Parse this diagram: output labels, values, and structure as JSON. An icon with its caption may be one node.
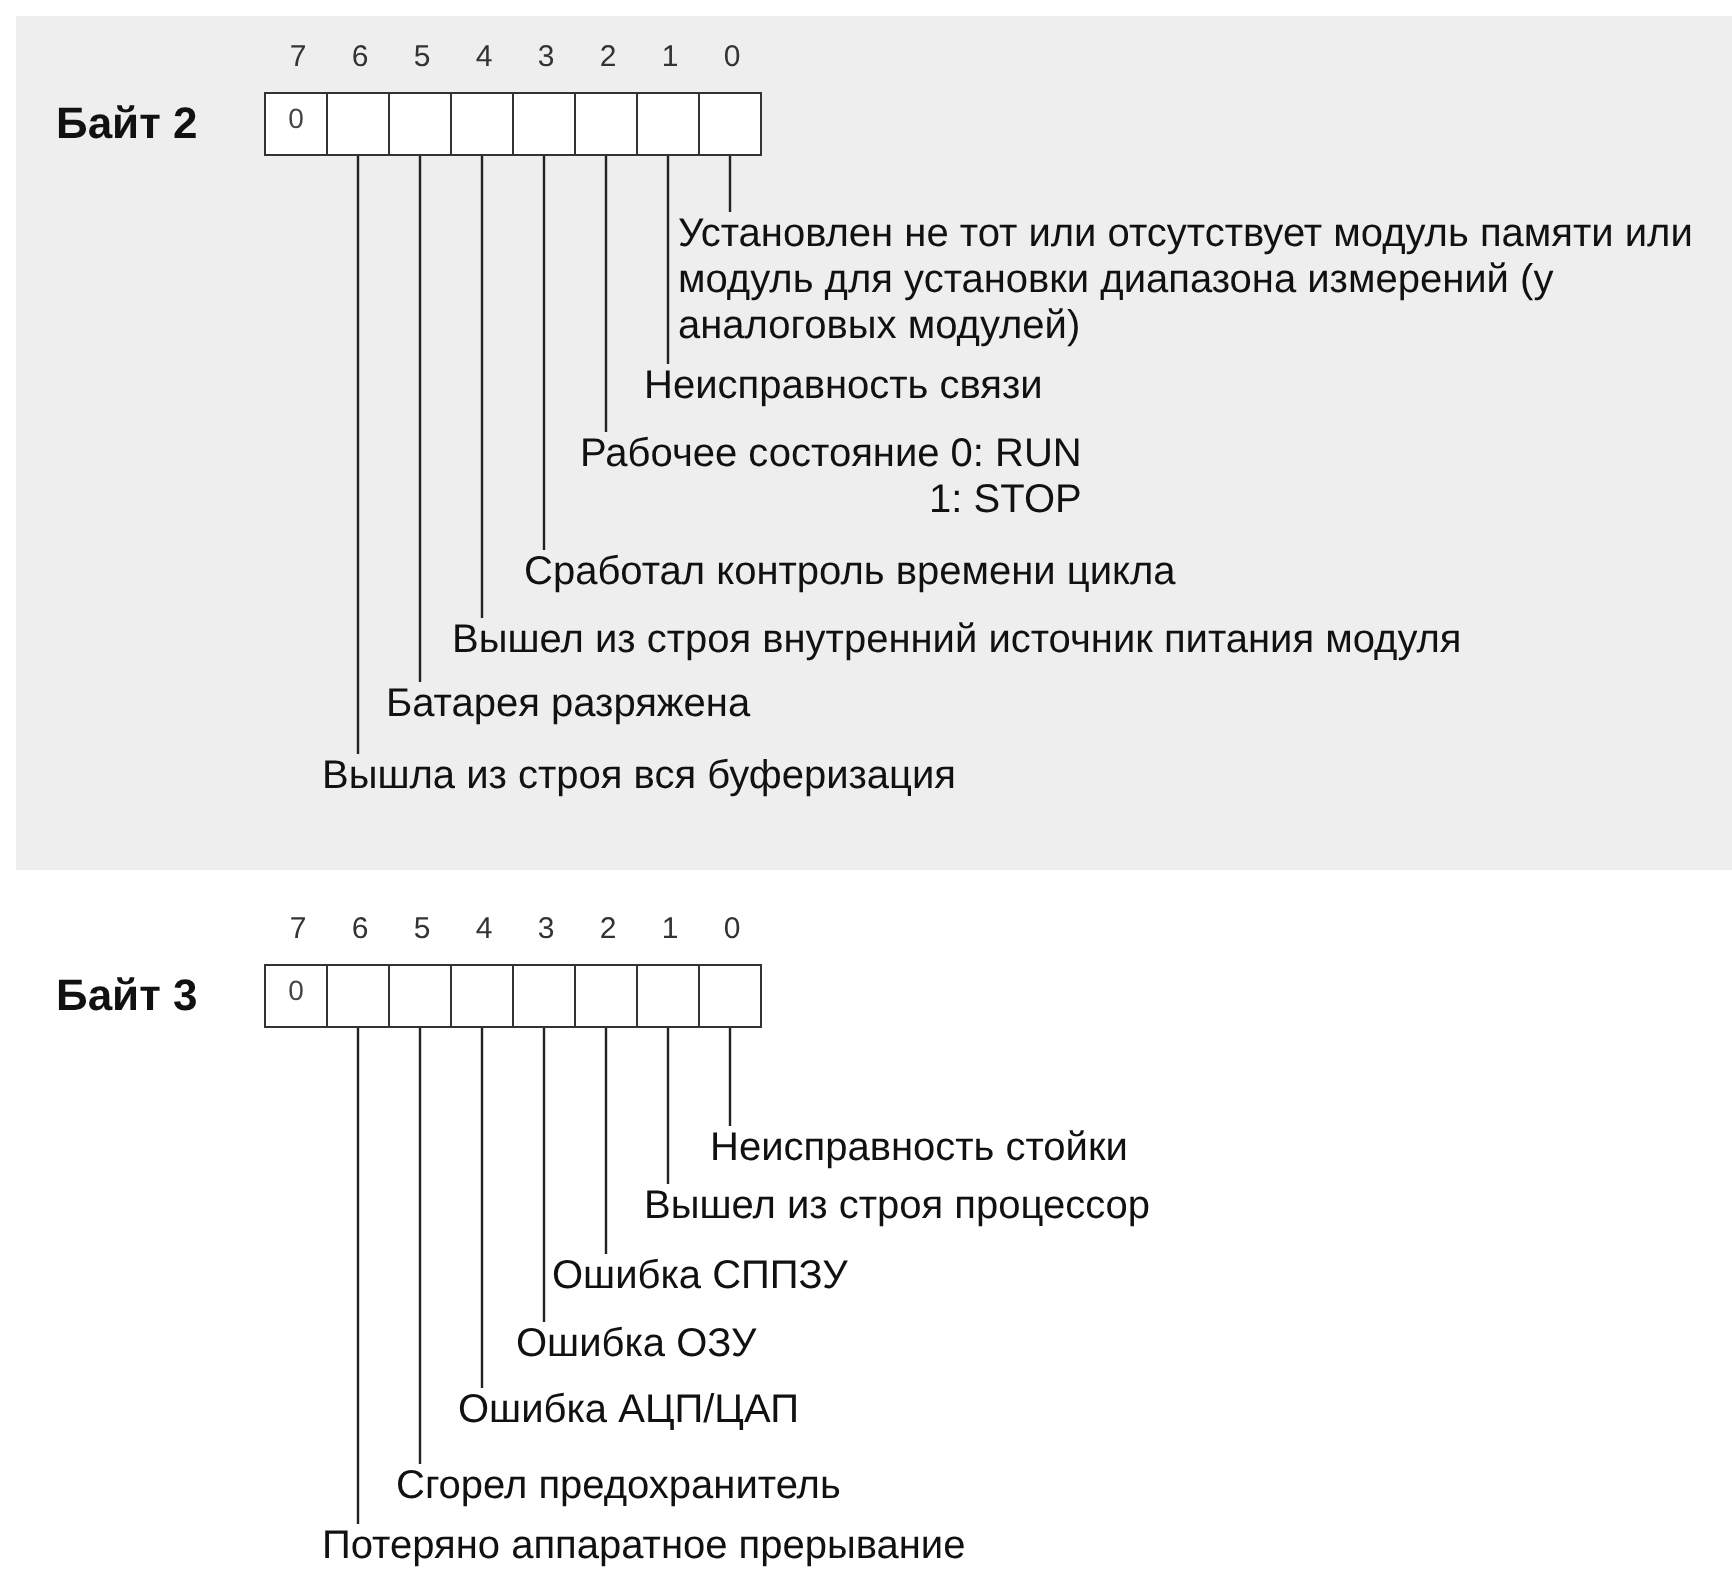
{
  "diagram": {
    "nodes": [
      {
        "text": [
          "Байт 2"
        ]
      },
      {
        "text": [
          "0"
        ],
        "in": 0
      },
      {
        "text": [],
        "shape": "box",
        "in": 0
      },
      {
        "text": [],
        "shape": "box",
        "in": 0
      },
      {
        "text": [],
        "shape": "box",
        "in": 0
      },
      {
        "text": [],
        "shape": "box",
        "in": 0
      },
      {
        "text": [],
        "shape": "box",
        "in": 0
      },
      {
        "text": [],
        "shape": "box",
        "in": 0
      },
      {
        "text": [],
        "shape": "box",
        "in": 0
      },
      {
        "text": [
          "Установлен не тот или отсутствует модуль памяти или модуль для установки диапазона измерений (у аналоговых модулей)"
        ]
      },
      {
        "text": [
          "Неисправность связи"
        ]
      },
      {
        "text": [
          "Рабочее состояние 0: RUN",
          "1: STOP"
        ]
      },
      {
        "text": [
          "Сработал контроль времени цикла"
        ]
      },
      {
        "text": [
          "Вышел из строя внутренний источник питания модуля"
        ]
      },
      {
        "text": [
          "Батарея разряжена"
        ]
      },
      {
        "text": [
          "Вышла из строя вся буферизация"
        ]
      },
      {
        "text": [
          "Байт 3"
        ]
      },
      {
        "text": [
          "0"
        ],
        "in": 16
      },
      {
        "text": [],
        "shape": "box",
        "in": 16
      },
      {
        "text": [],
        "shape": "box",
        "in": 16
      },
      {
        "text": [],
        "shape": "box",
        "in": 16
      },
      {
        "text": [],
        "shape": "box",
        "in": 16
      },
      {
        "text": [],
        "shape": "box",
        "in": 16
      },
      {
        "text": [],
        "shape": "box",
        "in": 16
      },
      {
        "text": [],
        "shape": "box",
        "in": 16
      },
      {
        "text": [
          "Неисправность стойки"
        ]
      },
      {
        "text": [
          "Вышел из строя процессор"
        ]
      },
      {
        "text": [
          "Ошибка СППЗУ"
        ]
      },
      {
        "text": [
          "Ошибка ОЗУ"
        ]
      },
      {
        "text": [
          "Ошибка АЦП/ЦАП"
        ]
      },
      {
        "text": [
          "Сгорел предохранитель"
        ]
      },
      {
        "text": [
          "Потеряно аппаратное прерывание"
        ]
      }
    ],
    "edges": [
      {
        "from": 9,
        "to": 8,
        "arrow": "none"
      },
      {
        "from": 10,
        "to": 7,
        "arrow": "none"
      },
      {
        "from": 11,
        "to": 6,
        "arrow": "none"
      },
      {
        "from": 12,
        "to": 5,
        "arrow": "none"
      },
      {
        "from": 13,
        "to": 4,
        "arrow": "none"
      },
      {
        "from": 14,
        "to": 3,
        "arrow": "none"
      },
      {
        "from": 15,
        "to": 2,
        "arrow": "none"
      },
      {
        "from": 25,
        "to": 24,
        "arrow": "none"
      },
      {
        "from": 26,
        "to": 23,
        "arrow": "none"
      },
      {
        "from": 27,
        "to": 22,
        "arrow": "none"
      },
      {
        "from": 28,
        "to": 21,
        "arrow": "none"
      },
      {
        "from": 29,
        "to": 20,
        "arrow": "none"
      },
      {
        "from": 30,
        "to": 19,
        "arrow": "none"
      },
      {
        "from": 31,
        "to": 18,
        "arrow": "none"
      }
    ],
    "labels": [
      "7",
      "6",
      "5",
      "4",
      "3",
      "2",
      "1",
      "0",
      "7",
      "6",
      "5",
      "4",
      "3",
      "2",
      "1",
      "0"
    ]
  }
}
